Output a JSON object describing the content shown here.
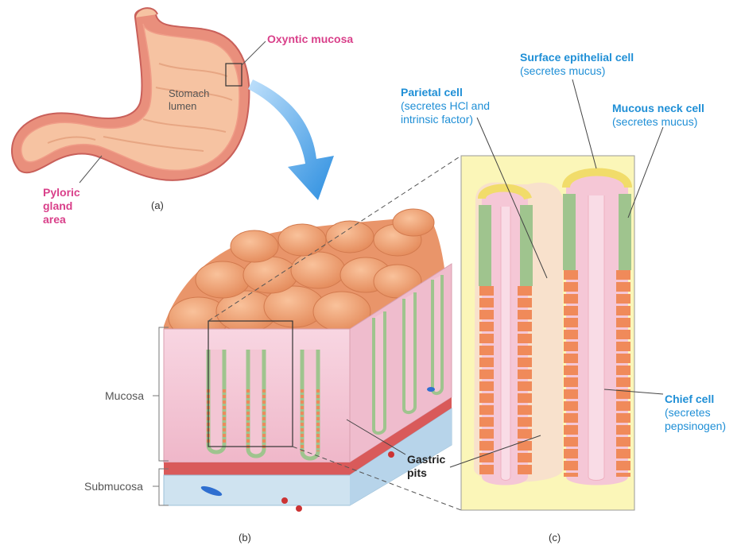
{
  "labels": {
    "oxyntic_mucosa": "Oxyntic mucosa",
    "stomach_lumen": [
      "Stomach",
      "lumen"
    ],
    "pyloric_gland_area": [
      "Pyloric",
      "gland",
      "area"
    ],
    "panel_a": "(a)",
    "panel_b": "(b)",
    "panel_c": "(c)",
    "surface_epithelial_cell": {
      "name": "Surface epithelial cell",
      "desc": "(secretes mucus)"
    },
    "parietal_cell": {
      "name": "Parietal cell",
      "desc": [
        "(secretes HCl and",
        "intrinsic factor)"
      ]
    },
    "mucous_neck_cell": {
      "name": "Mucous neck cell",
      "desc": "(secretes mucus)"
    },
    "chief_cell": {
      "name": "Chief cell",
      "desc": [
        "(secretes",
        "pepsinogen)"
      ]
    },
    "mucosa": "Mucosa",
    "submucosa": "Submucosa",
    "gastric_pits": [
      "Gastric",
      "pits"
    ]
  },
  "colors": {
    "label_pink": "#d9408a",
    "label_blue": "#1f8fd6",
    "stomach_fill": "#f6c3a2",
    "stomach_wall": "#e07a6a",
    "mucosa_top": "#f0a77a",
    "lamina": "#f6cfdc",
    "mucous_cells": "#9fc48e",
    "surface_cells": "#f5e27a",
    "chief_cells": "#f08a5a",
    "submucosa": "#cfe3f0",
    "inset_bg": "#fbf6b8",
    "arrow": "#2d8fe0"
  }
}
